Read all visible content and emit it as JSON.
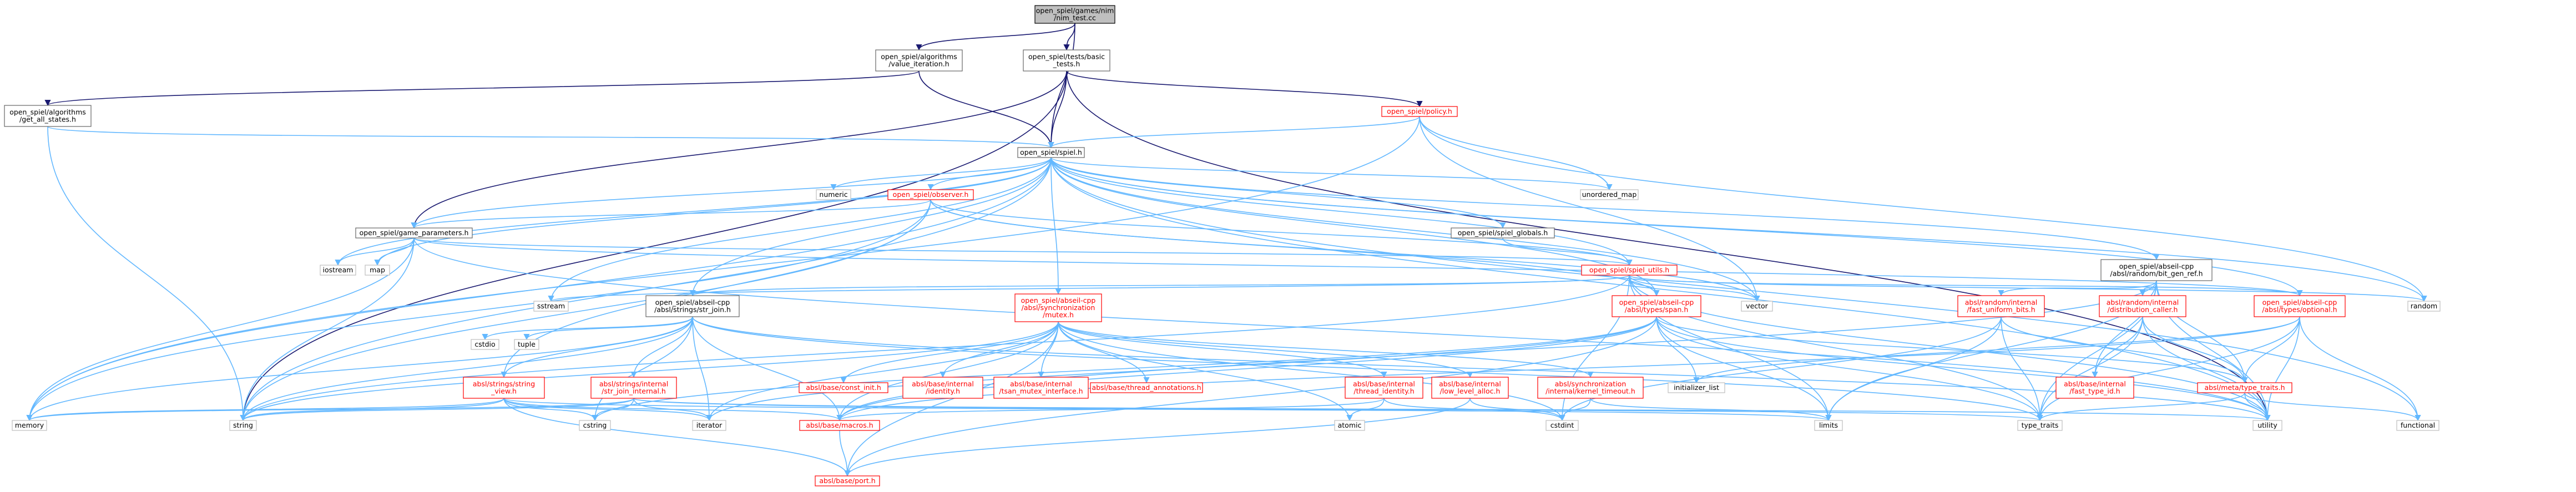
{
  "diagram": {
    "kind": "include-dependency-graph",
    "colors": {
      "root_fill": "#bfbfbf",
      "node_border": "#666666",
      "leaf_border": "#bfbfbf",
      "truncated_border": "#ff0000",
      "truncated_text": "#ff0000",
      "edge": "#63b8ff",
      "edge_dark": "#191970",
      "text": "#000000"
    },
    "nodes": [
      {
        "id": "nim_test",
        "lines": [
          "open_spiel/games/nim",
          "/nim_test.cc"
        ],
        "style": "root"
      },
      {
        "id": "value_iteration",
        "lines": [
          "open_spiel/algorithms",
          "/value_iteration.h"
        ],
        "style": "normal"
      },
      {
        "id": "basic_tests",
        "lines": [
          "open_spiel/tests/basic",
          "_tests.h"
        ],
        "style": "normal"
      },
      {
        "id": "get_all_states",
        "lines": [
          "open_spiel/algorithms",
          "/get_all_states.h"
        ],
        "style": "normal"
      },
      {
        "id": "policy",
        "lines": [
          "open_spiel/policy.h"
        ],
        "style": "truncated"
      },
      {
        "id": "spiel",
        "lines": [
          "open_spiel/spiel.h"
        ],
        "style": "normal"
      },
      {
        "id": "numeric",
        "lines": [
          "numeric"
        ],
        "style": "leaf"
      },
      {
        "id": "observer",
        "lines": [
          "open_spiel/observer.h"
        ],
        "style": "truncated"
      },
      {
        "id": "unordered_map",
        "lines": [
          "unordered_map"
        ],
        "style": "leaf"
      },
      {
        "id": "game_parameters",
        "lines": [
          "open_spiel/game_parameters.h"
        ],
        "style": "normal"
      },
      {
        "id": "spiel_globals",
        "lines": [
          "open_spiel/spiel_globals.h"
        ],
        "style": "normal"
      },
      {
        "id": "iostream",
        "lines": [
          "iostream"
        ],
        "style": "leaf"
      },
      {
        "id": "map",
        "lines": [
          "map"
        ],
        "style": "leaf"
      },
      {
        "id": "spiel_utils",
        "lines": [
          "open_spiel/spiel_utils.h"
        ],
        "style": "truncated"
      },
      {
        "id": "bit_gen_ref",
        "lines": [
          "open_spiel/abseil-cpp",
          "/absl/random/bit_gen_ref.h"
        ],
        "style": "normal"
      },
      {
        "id": "sstream",
        "lines": [
          "sstream"
        ],
        "style": "leaf"
      },
      {
        "id": "str_join",
        "lines": [
          "open_spiel/abseil-cpp",
          "/absl/strings/str_join.h"
        ],
        "style": "normal"
      },
      {
        "id": "mutex",
        "lines": [
          "open_spiel/abseil-cpp",
          "/absl/synchronization",
          "/mutex.h"
        ],
        "style": "truncated"
      },
      {
        "id": "span",
        "lines": [
          "open_spiel/abseil-cpp",
          "/absl/types/span.h"
        ],
        "style": "truncated"
      },
      {
        "id": "vector",
        "lines": [
          "vector"
        ],
        "style": "leaf"
      },
      {
        "id": "fast_uniform_bits",
        "lines": [
          "absl/random/internal",
          "/fast_uniform_bits.h"
        ],
        "style": "truncated"
      },
      {
        "id": "distribution_caller",
        "lines": [
          "absl/random/internal",
          "/distribution_caller.h"
        ],
        "style": "truncated"
      },
      {
        "id": "optional",
        "lines": [
          "open_spiel/abseil-cpp",
          "/absl/types/optional.h"
        ],
        "style": "truncated"
      },
      {
        "id": "random",
        "lines": [
          "random"
        ],
        "style": "leaf"
      },
      {
        "id": "cstdio",
        "lines": [
          "cstdio"
        ],
        "style": "leaf"
      },
      {
        "id": "tuple",
        "lines": [
          "tuple"
        ],
        "style": "leaf"
      },
      {
        "id": "string_view",
        "lines": [
          "absl/strings/string",
          "_view.h"
        ],
        "style": "truncated"
      },
      {
        "id": "str_join_internal",
        "lines": [
          "absl/strings/internal",
          "/str_join_internal.h"
        ],
        "style": "truncated"
      },
      {
        "id": "const_init",
        "lines": [
          "absl/base/const_init.h"
        ],
        "style": "truncated"
      },
      {
        "id": "identity",
        "lines": [
          "absl/base/internal",
          "/identity.h"
        ],
        "style": "truncated"
      },
      {
        "id": "tsan_mutex",
        "lines": [
          "absl/base/internal",
          "/tsan_mutex_interface.h"
        ],
        "style": "truncated"
      },
      {
        "id": "thread_annotations",
        "lines": [
          "absl/base/thread_annotations.h"
        ],
        "style": "truncated"
      },
      {
        "id": "thread_identity",
        "lines": [
          "absl/base/internal",
          "/thread_identity.h"
        ],
        "style": "truncated"
      },
      {
        "id": "low_level_alloc",
        "lines": [
          "absl/base/internal",
          "/low_level_alloc.h"
        ],
        "style": "truncated"
      },
      {
        "id": "kernel_timeout",
        "lines": [
          "absl/synchronization",
          "/internal/kernel_timeout.h"
        ],
        "style": "truncated"
      },
      {
        "id": "initializer_list",
        "lines": [
          "initializer_list"
        ],
        "style": "leaf"
      },
      {
        "id": "fast_type_id",
        "lines": [
          "absl/base/internal",
          "/fast_type_id.h"
        ],
        "style": "truncated"
      },
      {
        "id": "type_traits_absl",
        "lines": [
          "absl/meta/type_traits.h"
        ],
        "style": "truncated"
      },
      {
        "id": "memory",
        "lines": [
          "memory"
        ],
        "style": "leaf"
      },
      {
        "id": "string",
        "lines": [
          "string"
        ],
        "style": "leaf"
      },
      {
        "id": "cstring",
        "lines": [
          "cstring"
        ],
        "style": "leaf"
      },
      {
        "id": "iterator",
        "lines": [
          "iterator"
        ],
        "style": "leaf"
      },
      {
        "id": "macros",
        "lines": [
          "absl/base/macros.h"
        ],
        "style": "truncated"
      },
      {
        "id": "atomic",
        "lines": [
          "atomic"
        ],
        "style": "leaf"
      },
      {
        "id": "cstdint",
        "lines": [
          "cstdint"
        ],
        "style": "leaf"
      },
      {
        "id": "limits",
        "lines": [
          "limits"
        ],
        "style": "leaf"
      },
      {
        "id": "type_traits",
        "lines": [
          "type_traits"
        ],
        "style": "leaf"
      },
      {
        "id": "utility",
        "lines": [
          "utility"
        ],
        "style": "leaf"
      },
      {
        "id": "functional",
        "lines": [
          "functional"
        ],
        "style": "leaf"
      },
      {
        "id": "port",
        "lines": [
          "absl/base/port.h"
        ],
        "style": "truncated"
      }
    ],
    "edges": [
      [
        "nim_test",
        "value_iteration"
      ],
      [
        "nim_test",
        "basic_tests"
      ],
      [
        "nim_test",
        "spiel"
      ],
      [
        "value_iteration",
        "get_all_states"
      ],
      [
        "value_iteration",
        "spiel"
      ],
      [
        "basic_tests",
        "policy"
      ],
      [
        "basic_tests",
        "spiel"
      ],
      [
        "basic_tests",
        "game_parameters"
      ],
      [
        "basic_tests",
        "string"
      ],
      [
        "basic_tests",
        "utility"
      ],
      [
        "get_all_states",
        "spiel"
      ],
      [
        "get_all_states",
        "string"
      ],
      [
        "policy",
        "spiel"
      ],
      [
        "policy",
        "memory"
      ],
      [
        "policy",
        "unordered_map"
      ],
      [
        "policy",
        "random"
      ],
      [
        "policy",
        "vector"
      ],
      [
        "spiel",
        "numeric"
      ],
      [
        "spiel",
        "observer"
      ],
      [
        "spiel",
        "unordered_map"
      ],
      [
        "spiel",
        "game_parameters"
      ],
      [
        "spiel",
        "spiel_globals"
      ],
      [
        "spiel",
        "spiel_utils"
      ],
      [
        "spiel",
        "bit_gen_ref"
      ],
      [
        "spiel",
        "str_join"
      ],
      [
        "spiel",
        "mutex"
      ],
      [
        "spiel",
        "span"
      ],
      [
        "spiel",
        "optional"
      ],
      [
        "spiel",
        "iostream"
      ],
      [
        "spiel",
        "map"
      ],
      [
        "spiel",
        "sstream"
      ],
      [
        "spiel",
        "memory"
      ],
      [
        "spiel",
        "string"
      ],
      [
        "spiel",
        "vector"
      ],
      [
        "spiel",
        "random"
      ],
      [
        "spiel",
        "utility"
      ],
      [
        "spiel",
        "functional"
      ],
      [
        "observer",
        "game_parameters"
      ],
      [
        "observer",
        "spiel_utils"
      ],
      [
        "observer",
        "span"
      ],
      [
        "observer",
        "memory"
      ],
      [
        "observer",
        "string"
      ],
      [
        "observer",
        "vector"
      ],
      [
        "observer",
        "string_view"
      ],
      [
        "game_parameters",
        "spiel_utils"
      ],
      [
        "game_parameters",
        "iostream"
      ],
      [
        "game_parameters",
        "map"
      ],
      [
        "game_parameters",
        "string"
      ],
      [
        "game_parameters",
        "memory"
      ],
      [
        "game_parameters",
        "optional"
      ],
      [
        "game_parameters",
        "utility"
      ],
      [
        "spiel_globals",
        "spiel_utils"
      ],
      [
        "spiel_utils",
        "str_join"
      ],
      [
        "spiel_utils",
        "span"
      ],
      [
        "spiel_utils",
        "optional"
      ],
      [
        "spiel_utils",
        "sstream"
      ],
      [
        "spiel_utils",
        "vector"
      ],
      [
        "spiel_utils",
        "random"
      ],
      [
        "spiel_utils",
        "string"
      ],
      [
        "spiel_utils",
        "cstdint"
      ],
      [
        "spiel_utils",
        "type_traits"
      ],
      [
        "spiel_utils",
        "limits"
      ],
      [
        "spiel_utils",
        "utility"
      ],
      [
        "bit_gen_ref",
        "fast_uniform_bits"
      ],
      [
        "bit_gen_ref",
        "distribution_caller"
      ],
      [
        "bit_gen_ref",
        "fast_type_id"
      ],
      [
        "bit_gen_ref",
        "type_traits_absl"
      ],
      [
        "bit_gen_ref",
        "macros"
      ],
      [
        "bit_gen_ref",
        "limits"
      ],
      [
        "bit_gen_ref",
        "type_traits"
      ],
      [
        "bit_gen_ref",
        "utility"
      ],
      [
        "str_join",
        "string_view"
      ],
      [
        "str_join",
        "str_join_internal"
      ],
      [
        "str_join",
        "macros"
      ],
      [
        "str_join",
        "cstdio"
      ],
      [
        "str_join",
        "tuple"
      ],
      [
        "str_join",
        "cstring"
      ],
      [
        "str_join",
        "iterator"
      ],
      [
        "str_join",
        "memory"
      ],
      [
        "str_join",
        "string"
      ],
      [
        "str_join",
        "type_traits"
      ],
      [
        "str_join",
        "utility"
      ],
      [
        "mutex",
        "const_init"
      ],
      [
        "mutex",
        "identity"
      ],
      [
        "mutex",
        "tsan_mutex"
      ],
      [
        "mutex",
        "thread_annotations"
      ],
      [
        "mutex",
        "thread_identity"
      ],
      [
        "mutex",
        "low_level_alloc"
      ],
      [
        "mutex",
        "kernel_timeout"
      ],
      [
        "mutex",
        "atomic"
      ],
      [
        "mutex",
        "cstdint"
      ],
      [
        "mutex",
        "string"
      ],
      [
        "mutex",
        "iterator"
      ],
      [
        "mutex",
        "port"
      ],
      [
        "mutex",
        "macros"
      ],
      [
        "span",
        "initializer_list"
      ],
      [
        "span",
        "type_traits_absl"
      ],
      [
        "span",
        "macros"
      ],
      [
        "span",
        "iterator"
      ],
      [
        "span",
        "cstring"
      ],
      [
        "span",
        "type_traits"
      ],
      [
        "span",
        "utility"
      ],
      [
        "span",
        "port"
      ],
      [
        "span",
        "limits"
      ],
      [
        "fast_uniform_bits",
        "type_traits_absl"
      ],
      [
        "fast_uniform_bits",
        "cstdint"
      ],
      [
        "fast_uniform_bits",
        "limits"
      ],
      [
        "fast_uniform_bits",
        "type_traits"
      ],
      [
        "distribution_caller",
        "fast_type_id"
      ],
      [
        "distribution_caller",
        "type_traits_absl"
      ],
      [
        "distribution_caller",
        "utility"
      ],
      [
        "distribution_caller",
        "type_traits"
      ],
      [
        "optional",
        "type_traits_absl"
      ],
      [
        "optional",
        "initializer_list"
      ],
      [
        "optional",
        "type_traits"
      ],
      [
        "optional",
        "utility"
      ],
      [
        "optional",
        "functional"
      ],
      [
        "optional",
        "macros"
      ],
      [
        "string_view",
        "macros"
      ],
      [
        "string_view",
        "port"
      ],
      [
        "string_view",
        "string"
      ],
      [
        "string_view",
        "cstring"
      ],
      [
        "string_view",
        "iterator"
      ],
      [
        "string_view",
        "limits"
      ],
      [
        "string_view",
        "memory"
      ],
      [
        "str_join_internal",
        "iterator"
      ],
      [
        "str_join_internal",
        "memory"
      ],
      [
        "str_join_internal",
        "string"
      ],
      [
        "str_join_internal",
        "type_traits"
      ],
      [
        "str_join_internal",
        "utility"
      ],
      [
        "str_join_internal",
        "cstring"
      ],
      [
        "thread_identity",
        "atomic"
      ],
      [
        "thread_identity",
        "cstdint"
      ],
      [
        "thread_identity",
        "macros"
      ],
      [
        "low_level_alloc",
        "cstdint"
      ],
      [
        "low_level_alloc",
        "port"
      ],
      [
        "kernel_timeout",
        "cstdint"
      ],
      [
        "kernel_timeout",
        "limits"
      ],
      [
        "type_traits_absl",
        "functional"
      ],
      [
        "type_traits_absl",
        "type_traits"
      ],
      [
        "type_traits_absl",
        "utility"
      ],
      [
        "macros",
        "port"
      ]
    ]
  }
}
